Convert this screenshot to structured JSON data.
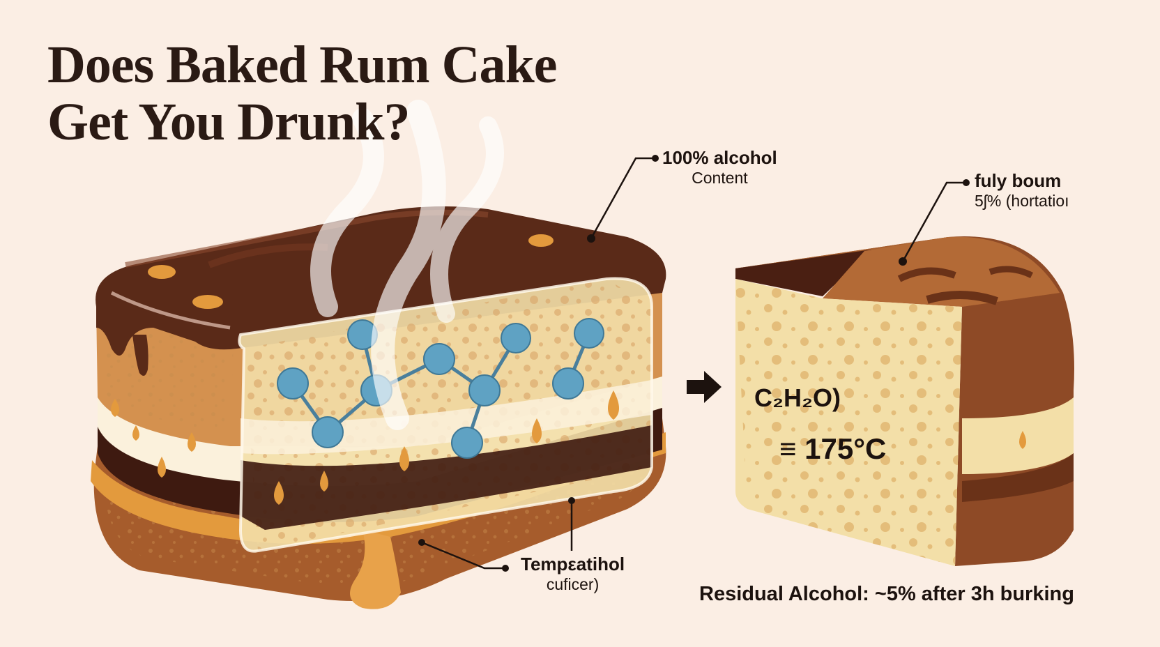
{
  "title": {
    "line1": "Does Baked Rum Cake",
    "line2": "Get You Drunk?"
  },
  "callouts": {
    "alcohol_content": {
      "line1": "100% alcohol",
      "line2": "Content"
    },
    "fully_bound": {
      "line1": "fuly boum",
      "line2": "5ʃ% (hortatioı"
    },
    "temperature": {
      "line1": "Tempεatihol",
      "line2": "cuficer)"
    }
  },
  "cut_slice": {
    "formula": "C₂H₂O)",
    "temperature": "≡ 175°C"
  },
  "footer": {
    "residual": "Residual Alcohol: ~5% after 3h burking"
  },
  "colors": {
    "background": "#fbeee4",
    "chocolate_glaze": "#5a2a18",
    "sponge": "#e8b577",
    "crumb": "#f3dfa8",
    "cream": "#fbf1dc",
    "caramel": "#e39a3d",
    "molecule": "#5fa2c3",
    "text": "#1c120e"
  }
}
